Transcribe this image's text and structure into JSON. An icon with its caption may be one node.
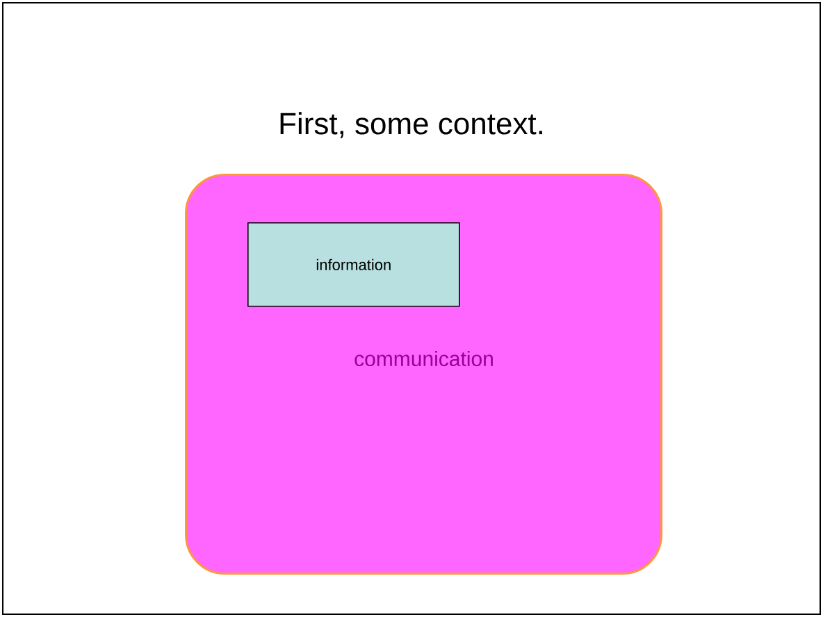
{
  "diagram": {
    "title": "First, some context.",
    "nodes": [
      {
        "text": [
          "communication"
        ]
      },
      {
        "text": [
          "information"
        ],
        "in": 0
      }
    ]
  }
}
